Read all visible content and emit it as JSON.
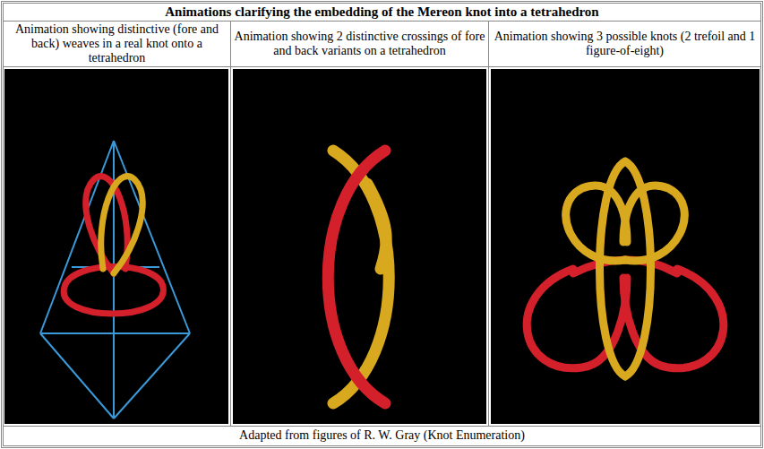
{
  "diagram": {
    "title": "Animations clarifying the embedding of the Mereon knot into a tetrahedron",
    "caption": "Adapted from figures of R. W. Gray (Knot Enumeration)",
    "labels": [
      "Animation showing distinctive (fore and back) weaves in a real knot onto a tetrahedron",
      "Animation showing 2 distinctive crossings of fore and back variants on a tetrahedron",
      "Animation showing 3 possible knots (2 trefoil and 1 figure-of-eight)"
    ]
  }
}
